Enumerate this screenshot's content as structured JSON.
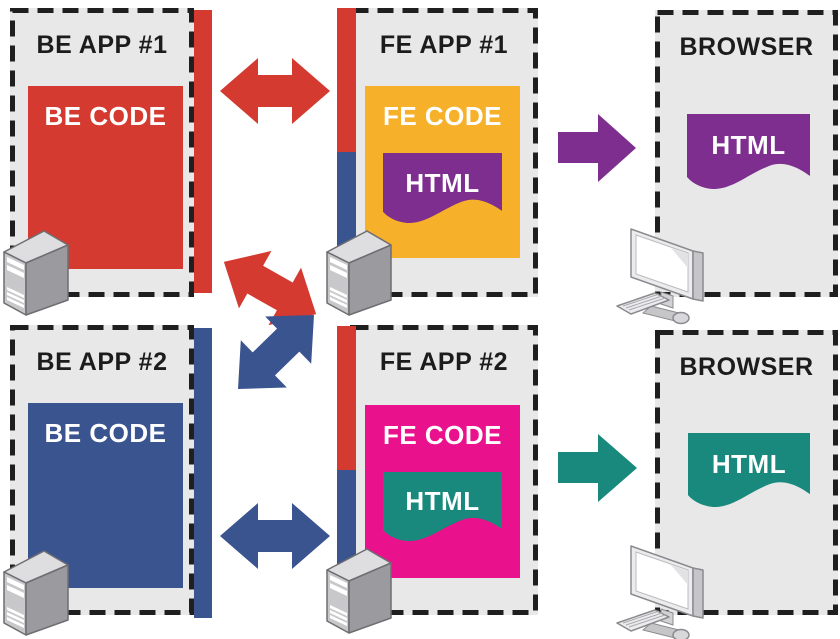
{
  "palette": {
    "red": "#d43a2f",
    "blue": "#3a5490",
    "yellow": "#f6b02a",
    "purple": "#7d2e8e",
    "magenta": "#ea118c",
    "teal": "#19897d",
    "panel": "#e8e8e9",
    "border": "#1f1f1f",
    "title_text": "#1c1c1c",
    "label_text": "#ffffff"
  },
  "panels": {
    "be1": {
      "title": "BE APP #1",
      "code": "BE CODE"
    },
    "fe1": {
      "title": "FE APP #1",
      "code": "FE CODE",
      "html": "HTML"
    },
    "br1": {
      "title": "BROWSER",
      "html": "HTML"
    },
    "be2": {
      "title": "BE APP #2",
      "code": "BE CODE"
    },
    "fe2": {
      "title": "FE APP #2",
      "code": "FE CODE",
      "html": "HTML"
    },
    "br2": {
      "title": "BROWSER",
      "html": "HTML"
    }
  },
  "icons": {
    "server": "server-tower-icon",
    "monitor": "desktop-computer-icon"
  },
  "connections": [
    {
      "from": "BE APP #1",
      "to": "FE APP #1",
      "style": "double-arrow",
      "color": "red"
    },
    {
      "from": "BE APP #1",
      "to": "FE APP #2",
      "style": "double-arrow",
      "color": "red"
    },
    {
      "from": "BE APP #2",
      "to": "FE APP #1",
      "style": "double-arrow",
      "color": "blue"
    },
    {
      "from": "BE APP #2",
      "to": "FE APP #2",
      "style": "double-arrow",
      "color": "blue"
    },
    {
      "from": "FE APP #1",
      "to": "BROWSER",
      "style": "arrow",
      "color": "purple"
    },
    {
      "from": "FE APP #2",
      "to": "BROWSER",
      "style": "arrow",
      "color": "teal"
    }
  ]
}
